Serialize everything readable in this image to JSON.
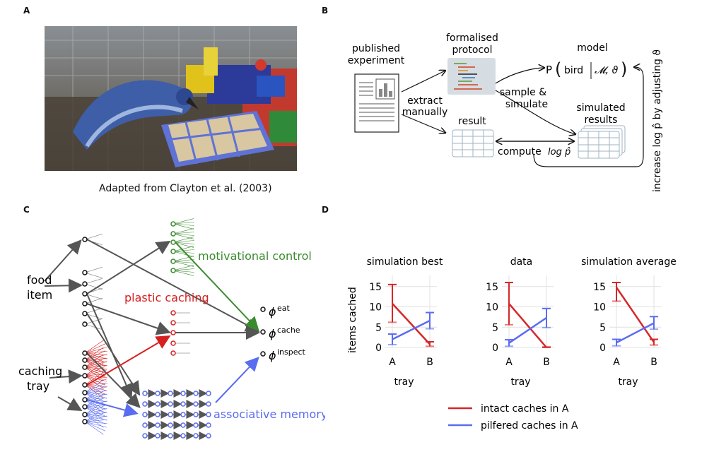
{
  "panels": {
    "a": "A",
    "b": "B",
    "c": "C",
    "d": "D"
  },
  "panel_a": {
    "caption": "Adapted from Clayton et al. (2003)"
  },
  "panel_b": {
    "published_experiment": [
      "published",
      "experiment"
    ],
    "formalised_protocol": [
      "formalised",
      "protocol"
    ],
    "model_label": "model",
    "model_formula_prefix": "P",
    "model_formula_bird": "bird",
    "model_formula_params": "𝓜, ϑ",
    "extract_manually": [
      "extract",
      "manually"
    ],
    "sample_simulate": [
      "sample &",
      "simulate"
    ],
    "result": "result",
    "simulated_results": [
      "simulated",
      "results"
    ],
    "compute": "compute",
    "log_p": "log p̂",
    "increase_label": "increase log p̂ by adjusting ϑ",
    "colors": {
      "protocol_bg": "#d6dde2",
      "table_line": "#9fb3c1",
      "arrow": "#111111"
    }
  },
  "panel_c": {
    "food_item": [
      "food",
      "item"
    ],
    "caching_tray": [
      "caching",
      "tray"
    ],
    "motivational_control": "motivational control",
    "plastic_caching": "plastic caching",
    "associative_memory": "associative memory",
    "phi": "ϕ",
    "phi_eat": "eat",
    "phi_cache": "cache",
    "phi_inspect": "inspect",
    "colors": {
      "green": "#3a8a2e",
      "red": "#d62020",
      "blue": "#5a6cf0",
      "gray": "#555555"
    }
  },
  "panel_d": {
    "ylabel": "items cached",
    "legend": [
      {
        "label": "intact caches in A",
        "color": "#d62728"
      },
      {
        "label": "pilfered caches in A",
        "color": "#5a6cf0"
      }
    ]
  },
  "chart_data": [
    {
      "type": "line",
      "title": "simulation best",
      "categories": [
        "A",
        "B"
      ],
      "xlabel": "tray",
      "ylabel": "items cached",
      "ylim": [
        0,
        16
      ],
      "yticks": [
        0,
        5,
        10,
        15
      ],
      "grid": true,
      "series": [
        {
          "name": "intact caches in A",
          "values": [
            10.8,
            0.8
          ],
          "err_low": [
            6.2,
            0.3
          ],
          "err_high": [
            15.5,
            1.4
          ]
        },
        {
          "name": "pilfered caches in A",
          "values": [
            2.0,
            6.6
          ],
          "err_low": [
            0.7,
            4.6
          ],
          "err_high": [
            3.3,
            8.6
          ]
        }
      ]
    },
    {
      "type": "line",
      "title": "data",
      "categories": [
        "A",
        "B"
      ],
      "xlabel": "tray",
      "ylabel": "",
      "ylim": [
        0,
        16
      ],
      "yticks": [
        0,
        5,
        10,
        15
      ],
      "grid": true,
      "series": [
        {
          "name": "intact caches in A",
          "values": [
            10.8,
            0.0
          ],
          "err_low": [
            5.6,
            0.0
          ],
          "err_high": [
            16.0,
            0.1
          ]
        },
        {
          "name": "pilfered caches in A",
          "values": [
            1.1,
            7.3
          ],
          "err_low": [
            0.3,
            4.9
          ],
          "err_high": [
            1.9,
            9.6
          ]
        }
      ]
    },
    {
      "type": "line",
      "title": "simulation average",
      "categories": [
        "A",
        "B"
      ],
      "xlabel": "tray",
      "ylabel": "",
      "ylim": [
        0,
        16
      ],
      "yticks": [
        0,
        5,
        10,
        15
      ],
      "grid": true,
      "series": [
        {
          "name": "intact caches in A",
          "values": [
            14.8,
            1.3
          ],
          "err_low": [
            11.4,
            0.6
          ],
          "err_high": [
            16.0,
            2.0
          ]
        },
        {
          "name": "pilfered caches in A",
          "values": [
            1.2,
            6.0
          ],
          "err_low": [
            0.4,
            4.5
          ],
          "err_high": [
            2.0,
            7.6
          ]
        }
      ]
    }
  ]
}
